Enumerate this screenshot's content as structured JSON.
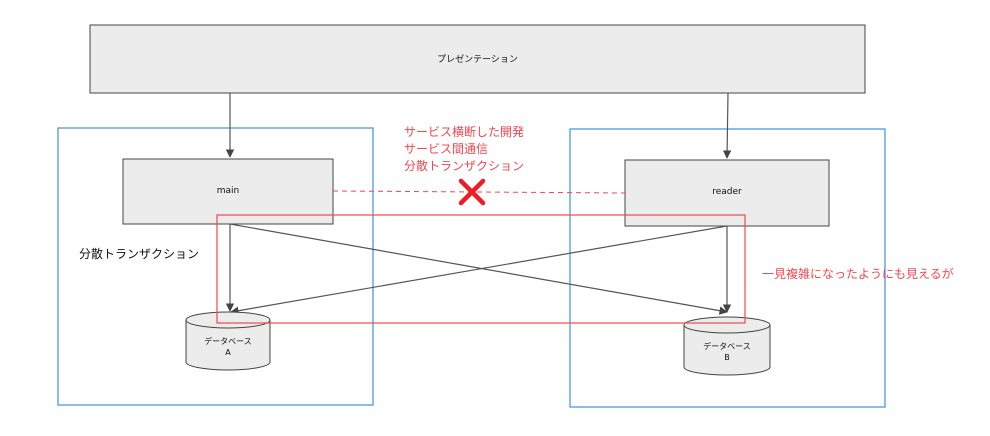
{
  "presentation": {
    "label": "プレゼンテーション"
  },
  "services": {
    "main": {
      "label": "main"
    },
    "reader": {
      "label": "reader"
    }
  },
  "databases": {
    "a": {
      "line1": "データベース",
      "line2": "A"
    },
    "b": {
      "line1": "データベース",
      "line2": "B"
    }
  },
  "notes": {
    "cross_service": [
      "サービス横断した開発",
      "サービス間通信",
      "分散トランザクション"
    ],
    "distributed_tx": "分散トランザクション",
    "looks_complex": "一見複雑になったようにも見えるが"
  },
  "colors": {
    "box_fill": "#ececec",
    "box_stroke": "#444444",
    "blue_frame": "#3d8fe0",
    "red": "#f0484f",
    "arrow": "#555555"
  },
  "icons": {
    "forbidden": "x-mark-icon"
  }
}
